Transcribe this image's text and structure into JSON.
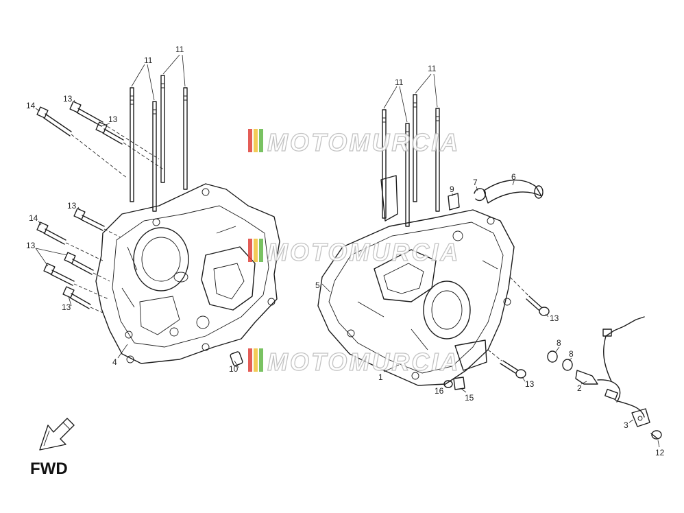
{
  "watermark": {
    "text": "MOTOMURCIA",
    "stripe_colors": [
      "#e0413a",
      "#f2c33a",
      "#62b847"
    ]
  },
  "direction_label": "FWD",
  "callouts": [
    {
      "id": "c11a",
      "text": "11"
    },
    {
      "id": "c11b",
      "text": "11"
    },
    {
      "id": "c14a",
      "text": "14"
    },
    {
      "id": "c13a",
      "text": "13"
    },
    {
      "id": "c13b",
      "text": "13"
    },
    {
      "id": "c13c",
      "text": "13"
    },
    {
      "id": "c14b",
      "text": "14"
    },
    {
      "id": "c13d",
      "text": "13"
    },
    {
      "id": "c13e",
      "text": "13"
    },
    {
      "id": "c4",
      "text": "4"
    },
    {
      "id": "c10",
      "text": "10"
    },
    {
      "id": "c11c",
      "text": "11"
    },
    {
      "id": "c11d",
      "text": "11"
    },
    {
      "id": "c9",
      "text": "9"
    },
    {
      "id": "c7",
      "text": "7"
    },
    {
      "id": "c6",
      "text": "6"
    },
    {
      "id": "c5",
      "text": "5"
    },
    {
      "id": "c13f",
      "text": "13"
    },
    {
      "id": "c8a",
      "text": "8"
    },
    {
      "id": "c8b",
      "text": "8"
    },
    {
      "id": "c1",
      "text": "1"
    },
    {
      "id": "c13g",
      "text": "13"
    },
    {
      "id": "c16",
      "text": "16"
    },
    {
      "id": "c15",
      "text": "15"
    },
    {
      "id": "c2",
      "text": "2"
    },
    {
      "id": "c3",
      "text": "3"
    },
    {
      "id": "c12",
      "text": "12"
    }
  ]
}
